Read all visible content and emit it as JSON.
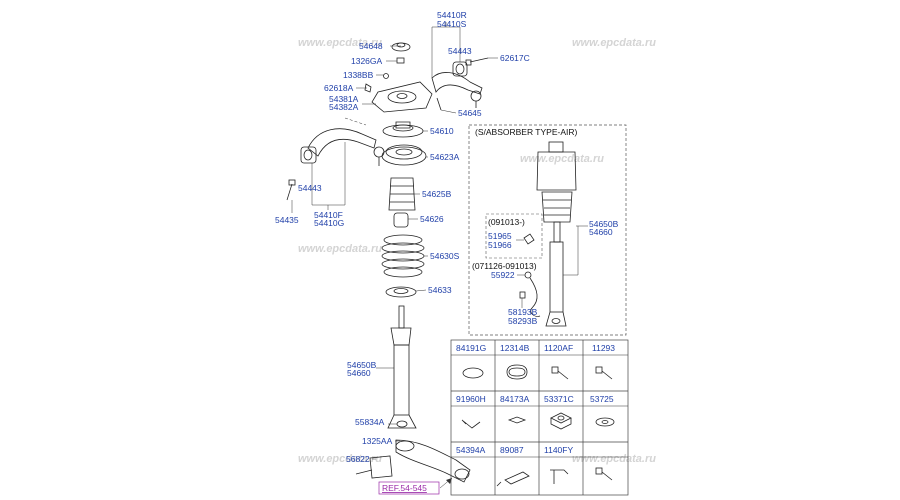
{
  "watermark": "www.epcdata.ru",
  "callouts": {
    "c54410R": "54410R",
    "c54410S": "54410S",
    "c54648": "54648",
    "c1326GA": "1326GA",
    "c54443_top": "54443",
    "c62617C": "62617C",
    "c1338BB": "1338BB",
    "c62618A": "62618A",
    "c54381A": "54381A",
    "c54382A": "54382A",
    "c54645": "54645",
    "c54610": "54610",
    "c54623A": "54623A",
    "c54443_left": "54443",
    "c54435": "54435",
    "c54410F": "54410F",
    "c54410G": "54410G",
    "c54625B": "54625B",
    "c54626": "54626",
    "c54630S": "54630S",
    "c54633": "54633",
    "c54650B_main": "54650B",
    "c54660_main": "54660",
    "c55834A": "55834A",
    "c1325AA": "1325AA",
    "c56822": "56822",
    "ref": "REF.54-545"
  },
  "air_box": {
    "title": "(S/ABSORBER TYPE-AIR)",
    "c54650B": "54650B",
    "c54660": "54660",
    "sub1_title": "(091013-)",
    "c51965": "51965",
    "c51966": "51966",
    "sub2_title": "(071126-091013)",
    "c55922": "55922",
    "c58193B": "58193B",
    "c58293B": "58293B"
  },
  "parts_table": {
    "row1": [
      "84191G",
      "12314B",
      "1120AF",
      "11293"
    ],
    "row2": [
      "91960H",
      "84173A",
      "53371C",
      "53725"
    ],
    "row3": [
      "54394A",
      "89087",
      "1140FY",
      ""
    ]
  }
}
